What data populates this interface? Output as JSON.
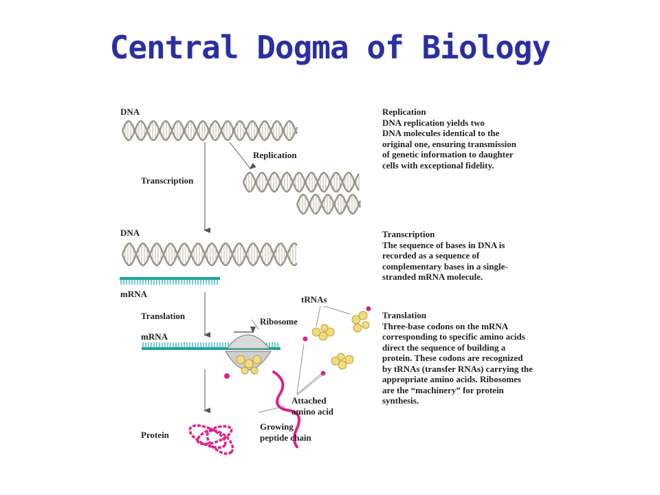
{
  "title": "Central Dogma of Biology",
  "colors": {
    "title": "#2b2fa3",
    "mrna": "#1aa3a3",
    "peptide": "#e0208a",
    "trna": "#f2dc7a",
    "dna": "#9a9587"
  },
  "labels": {
    "dna_top": "DNA",
    "replication": "Replication",
    "transcription": "Transcription",
    "dna_mid": "DNA",
    "mrna_mid": "mRNA",
    "translation": "Translation",
    "ribosome": "Ribosome",
    "trnas": "tRNAs",
    "mrna_bottom": "mRNA",
    "attached_1": "Attached",
    "attached_2": "amino acid",
    "growing_1": "Growing",
    "growing_2": "peptide chain",
    "protein": "Protein"
  },
  "descriptions": {
    "replication": {
      "heading": "Replication",
      "lines": [
        "DNA replication yields two",
        "DNA molecules identical to the",
        "original one, ensuring transmission",
        "of genetic information to daughter",
        "cells with exceptional fidelity."
      ]
    },
    "transcription": {
      "heading": "Transcription",
      "lines": [
        "The sequence of bases in DNA is",
        "recorded as a sequence of",
        "complementary bases in a single-",
        "stranded mRNA molecule."
      ]
    },
    "translation": {
      "heading": "Translation",
      "lines": [
        "Three-base codons on the mRNA",
        "corresponding to specific amino acids",
        "direct the sequence of building a",
        "protein.  These codons are recognized",
        "by tRNAs (transfer RNAs) carrying the",
        "appropriate amino acids.  Ribosomes",
        "are the “machinery” for protein",
        "synthesis."
      ]
    }
  }
}
